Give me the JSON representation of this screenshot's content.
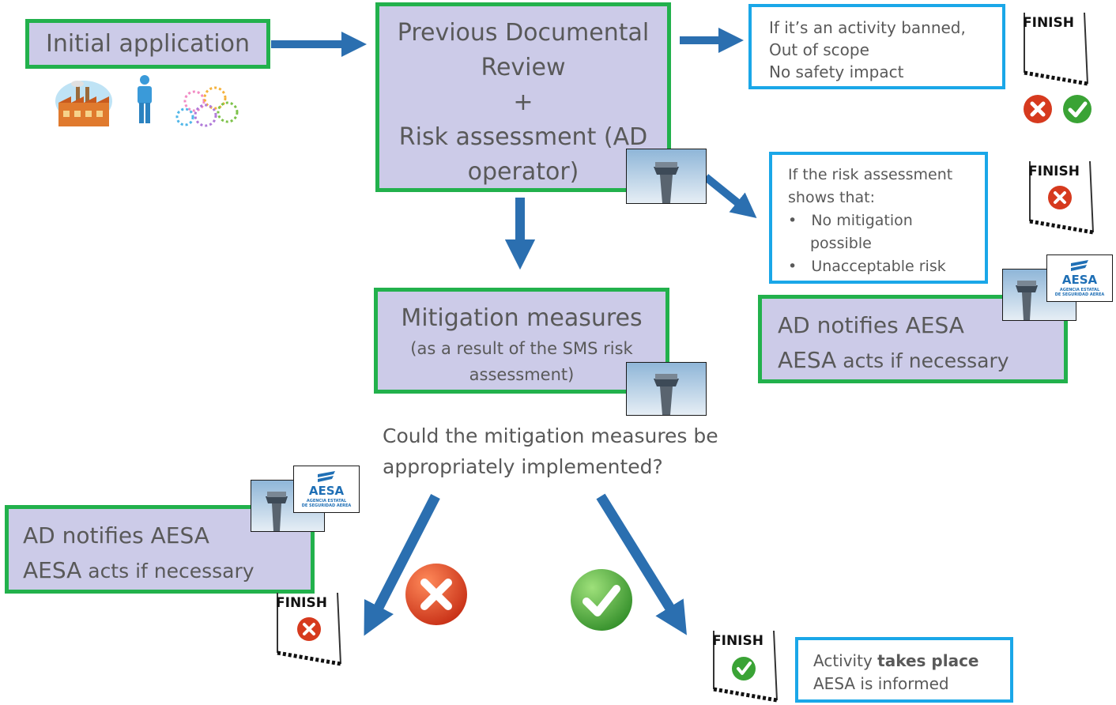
{
  "colors": {
    "box_fill": "#cccbe8",
    "box_border_green": "#22b14c",
    "box_border_blue": "#1aa7e8",
    "arrow": "#2b6fb0",
    "text": "#595959"
  },
  "initial_application": {
    "label": "Initial application"
  },
  "review": {
    "line1": "Previous Documental",
    "line2": "Review",
    "line3": "+",
    "line4": "Risk assessment (AD",
    "line5": "operator)"
  },
  "banned": {
    "line1": "If it’s an activity banned,",
    "line2": "Out of scope",
    "line3": "No safety impact"
  },
  "risk": {
    "intro1": "If the risk assessment",
    "intro2": "shows that:",
    "bullet1a": "No mitigation",
    "bullet1b": "possible",
    "bullet2": "Unacceptable risk"
  },
  "mitigation": {
    "title": "Mitigation measures",
    "sub1": "(as a result of the SMS risk",
    "sub2": "assessment)"
  },
  "question": {
    "line1": "Could the mitigation measures be",
    "line2": "appropriately implemented?"
  },
  "notify_right": {
    "line1": "AD notifies AESA",
    "line2a": "AESA",
    "line2b": " acts if necessary"
  },
  "notify_left": {
    "line1": "AD notifies AESA",
    "line2a": "AESA",
    "line2b": " acts if necessary"
  },
  "outcome": {
    "line1a": "Activity ",
    "line1b": "takes place",
    "line2": "AESA is informed"
  },
  "finish_flag": {
    "text": "FINISH"
  },
  "aesa_logo": {
    "name": "AESA",
    "sub1": "AGENCIA ESTATAL",
    "sub2": "DE SEGURIDAD AEREA"
  },
  "icons": [
    "factory-icon",
    "person-icon",
    "fireworks-icon",
    "control-tower-icon",
    "finish-flag-icon",
    "reject-icon",
    "approve-icon",
    "aesa-logo"
  ]
}
